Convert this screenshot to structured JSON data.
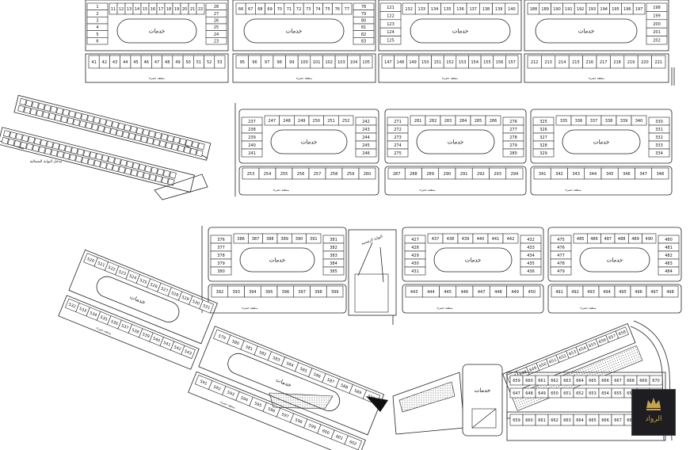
{
  "labels": {
    "services": "خدمات",
    "green_area": "منطقة خضراء",
    "north_gate": "مدخل البوابة الشمالية",
    "gate": "البوابة الرئيسية"
  },
  "logo": {
    "text": "الرواد",
    "gold": "#c9a24a",
    "bg": "#1e1d22"
  },
  "block_numbers": {
    "b1_left": [
      "1",
      "2",
      "3",
      "4",
      "5",
      "6"
    ],
    "b1_top": [
      "11",
      "12",
      "13",
      "14",
      "15",
      "16",
      "17",
      "18",
      "19",
      "20",
      "21",
      "22"
    ],
    "b1_right": [
      "28",
      "27",
      "26",
      "25",
      "24",
      "23"
    ],
    "b1_bottom": [
      "41",
      "42",
      "43",
      "44",
      "45",
      "46",
      "47",
      "48",
      "49",
      "50",
      "51",
      "52",
      "53"
    ],
    "b2_top": [
      "66",
      "67",
      "68",
      "69",
      "70",
      "71",
      "72",
      "73",
      "74",
      "75",
      "76",
      "77"
    ],
    "b2_right": [
      "78",
      "79",
      "80",
      "81",
      "82",
      "83"
    ],
    "b2_bottom": [
      "95",
      "96",
      "97",
      "98",
      "99",
      "100",
      "101",
      "102",
      "103",
      "104",
      "105"
    ],
    "b3_top": [
      "132",
      "133",
      "134",
      "135",
      "136",
      "137",
      "138",
      "139",
      "140"
    ],
    "b3_left": [
      "121",
      "122",
      "123",
      "124",
      "125"
    ],
    "b3_bottom": [
      "147",
      "148",
      "149",
      "150",
      "151",
      "152",
      "153",
      "154",
      "155",
      "156",
      "157"
    ],
    "b4_top": [
      "188",
      "189",
      "190",
      "191",
      "192",
      "193",
      "194",
      "195",
      "196",
      "197"
    ],
    "b4_right": [
      "198",
      "199",
      "200",
      "201",
      "202"
    ],
    "b4_bottom": [
      "212",
      "213",
      "214",
      "215",
      "216",
      "217",
      "218",
      "219",
      "220",
      "221"
    ],
    "b5": [
      "237",
      "238",
      "239",
      "240",
      "241",
      "242",
      "243",
      "244",
      "245",
      "246",
      "247",
      "248",
      "249",
      "250",
      "251",
      "252",
      "253",
      "254",
      "255",
      "256",
      "257",
      "258",
      "259",
      "260"
    ],
    "b6": [
      "271",
      "272",
      "273",
      "274",
      "275",
      "276",
      "277",
      "278",
      "279",
      "280",
      "281",
      "282",
      "283",
      "284",
      "285",
      "286",
      "287",
      "288",
      "289",
      "290",
      "291",
      "292",
      "293",
      "294"
    ],
    "b7": [
      "325",
      "326",
      "327",
      "328",
      "329",
      "330",
      "331",
      "332",
      "333",
      "334",
      "335",
      "336",
      "337",
      "338",
      "339",
      "340",
      "341",
      "342",
      "343",
      "344",
      "345",
      "346",
      "347",
      "348"
    ],
    "b8": [
      "376",
      "377",
      "378",
      "379",
      "380",
      "381",
      "382",
      "383",
      "384",
      "385",
      "386",
      "387",
      "388",
      "389",
      "390",
      "391",
      "392",
      "393",
      "394",
      "395",
      "396",
      "397",
      "398",
      "399"
    ],
    "b9": [
      "427",
      "428",
      "429",
      "430",
      "431",
      "432",
      "433",
      "434",
      "435",
      "436",
      "437",
      "438",
      "439",
      "440",
      "441",
      "442",
      "443",
      "444",
      "445",
      "446",
      "447",
      "448",
      "449",
      "450"
    ],
    "b10": [
      "475",
      "476",
      "477",
      "478",
      "479",
      "480",
      "481",
      "482",
      "483",
      "484",
      "485",
      "486",
      "487",
      "488",
      "489",
      "490",
      "491",
      "492",
      "493",
      "494",
      "495",
      "496",
      "497",
      "498"
    ],
    "b11": [
      "520",
      "521",
      "522",
      "523",
      "524",
      "525",
      "526",
      "527",
      "528",
      "529",
      "530",
      "531",
      "532",
      "533",
      "534",
      "535",
      "536",
      "537",
      "538",
      "539",
      "540",
      "541",
      "542",
      "543"
    ],
    "b12": [
      "579",
      "580",
      "581",
      "582",
      "583",
      "584",
      "585",
      "586",
      "587",
      "588",
      "589",
      "590",
      "591",
      "592",
      "593",
      "594",
      "595",
      "596",
      "597",
      "598",
      "599",
      "600",
      "601",
      "602"
    ],
    "b13": [
      "647",
      "648",
      "649",
      "650",
      "651",
      "652",
      "653",
      "654",
      "655",
      "656",
      "657",
      "658",
      "659",
      "660",
      "661",
      "662",
      "663",
      "664",
      "665",
      "666",
      "667",
      "668",
      "669",
      "670"
    ]
  }
}
